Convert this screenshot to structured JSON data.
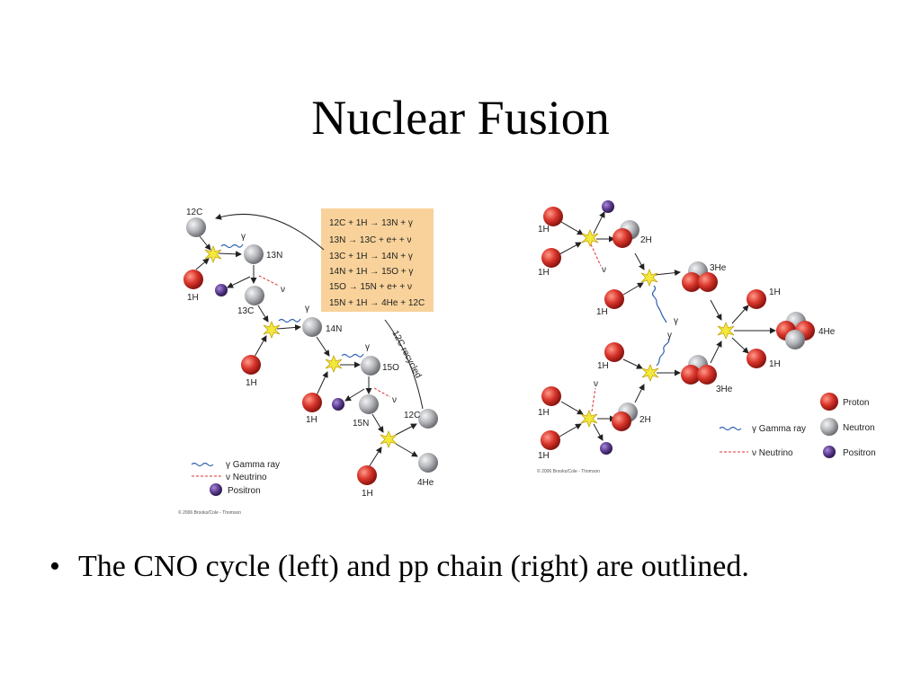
{
  "slide": {
    "title": "Nuclear Fusion",
    "bullet_symbol": "•",
    "bullet": "The CNO cycle (left) and pp chain (right) are outlined."
  },
  "cno": {
    "labels": {
      "c12_top": "12C",
      "n13": "13N",
      "h1_a": "1H",
      "c13": "13C",
      "n14": "14N",
      "h1_b": "1H",
      "o15": "15O",
      "h1_c": "1H",
      "n15": "15N",
      "c12_out": "12C",
      "he4": "4He",
      "h1_d": "1H",
      "gamma_1": "γ",
      "gamma_2": "γ",
      "gamma_3": "γ",
      "nu_1": "ν",
      "nu_2": "ν",
      "recycled": "12C recycled"
    },
    "equations": [
      "12C + 1H → 13N + γ",
      "13N → 13C + e+ + ν",
      "13C + 1H → 14N + γ",
      "14N + 1H → 15O + γ",
      "15O → 15N + e+ + ν",
      "15N + 1H → 4He + 12C"
    ],
    "legend": {
      "gamma": "γ  Gamma ray",
      "neutrino": "ν  Neutrino",
      "positron": "Positron"
    },
    "copyright": "© 2006 Brooks/Cole - Thomson"
  },
  "pp": {
    "labels": {
      "h1_a": "1H",
      "h1_b": "1H",
      "h2_a": "2H",
      "nu_a": "ν",
      "he3_a": "3He",
      "h1_c": "1H",
      "gamma_a": "γ",
      "h1_e": "1H",
      "h1_f": "1H",
      "he4": "4He",
      "gamma_b": "γ",
      "h1_d": "1H",
      "he3_b": "3He",
      "nu_b": "ν",
      "h1_g": "1H",
      "h1_h": "1H",
      "h2_b": "2H"
    },
    "legend": {
      "proton": "Proton",
      "neutron": "Neutron",
      "gamma": "γ  Gamma ray",
      "neutrino": "ν  Neutrino",
      "positron": "Positron"
    },
    "copyright": "© 2006 Brooks/Cole - Thomson"
  },
  "colors": {
    "proton": "#d8342a",
    "neutron": "#b4b6ba",
    "positron": "#5a3a8c",
    "gamma": "#3060b0",
    "neutrino": "#e03030",
    "equation_box": "#f8d29a",
    "flash": "#f2ea3a"
  }
}
